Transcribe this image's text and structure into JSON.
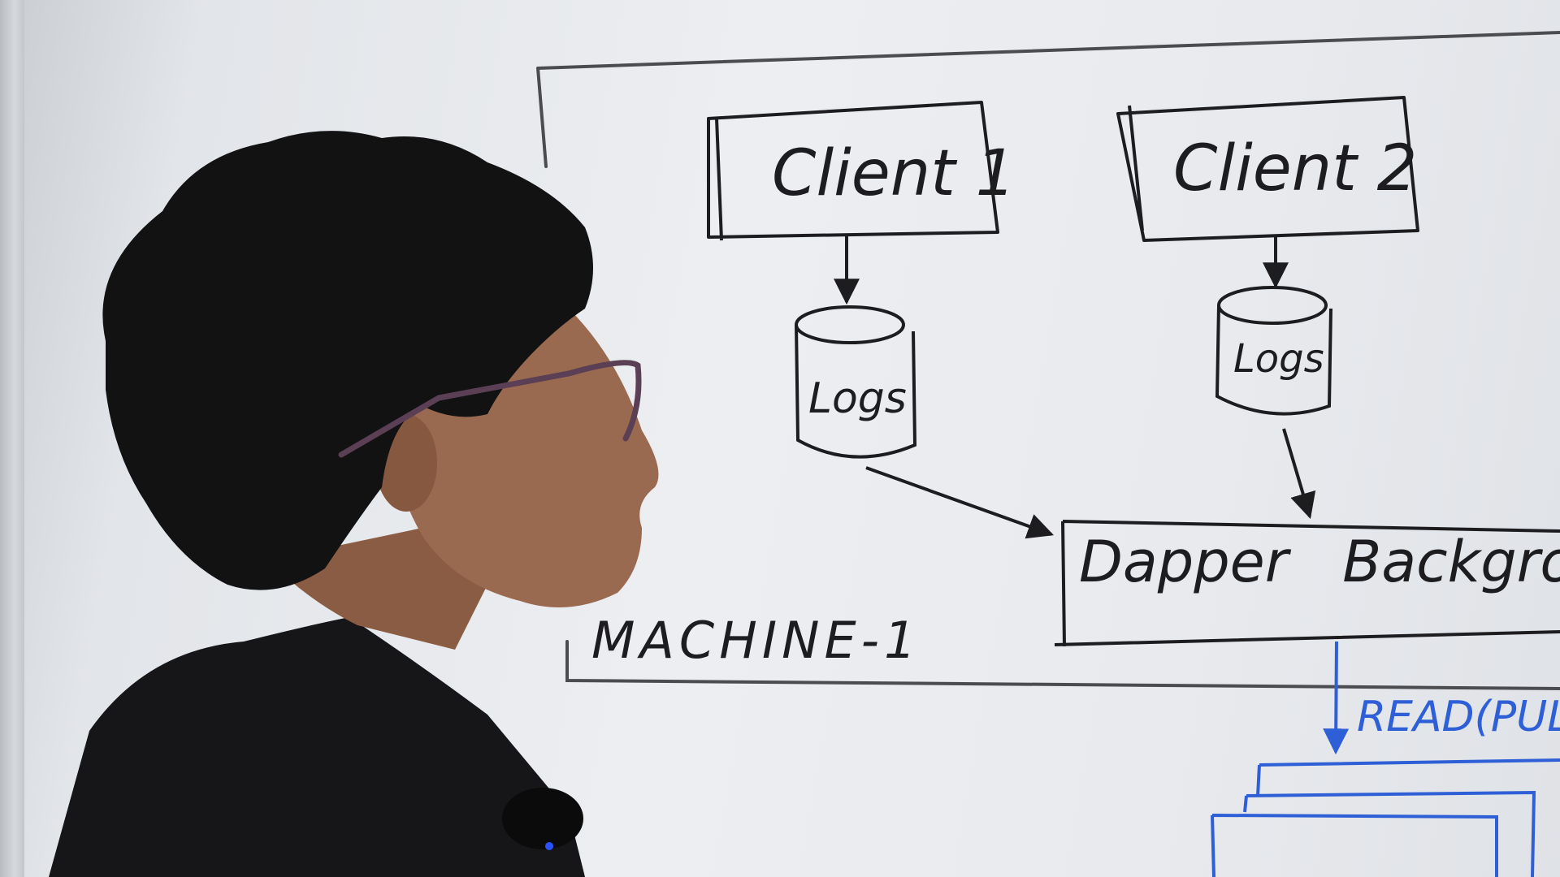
{
  "diagram": {
    "client1_label": "Client 1",
    "client2_label": "Client 2",
    "logs1_label": "Logs",
    "logs2_label": "Logs",
    "background_label": "Dapper   Background",
    "machine_label": "MACHINE-1",
    "read_label": "READ(PULL"
  },
  "colors": {
    "marker_black": "#1d1d1f",
    "marker_blue": "#2f5fd6",
    "board_white": "#eceef1",
    "shirt": "#161618",
    "hair": "#121213",
    "skin": "#9a6a50"
  }
}
